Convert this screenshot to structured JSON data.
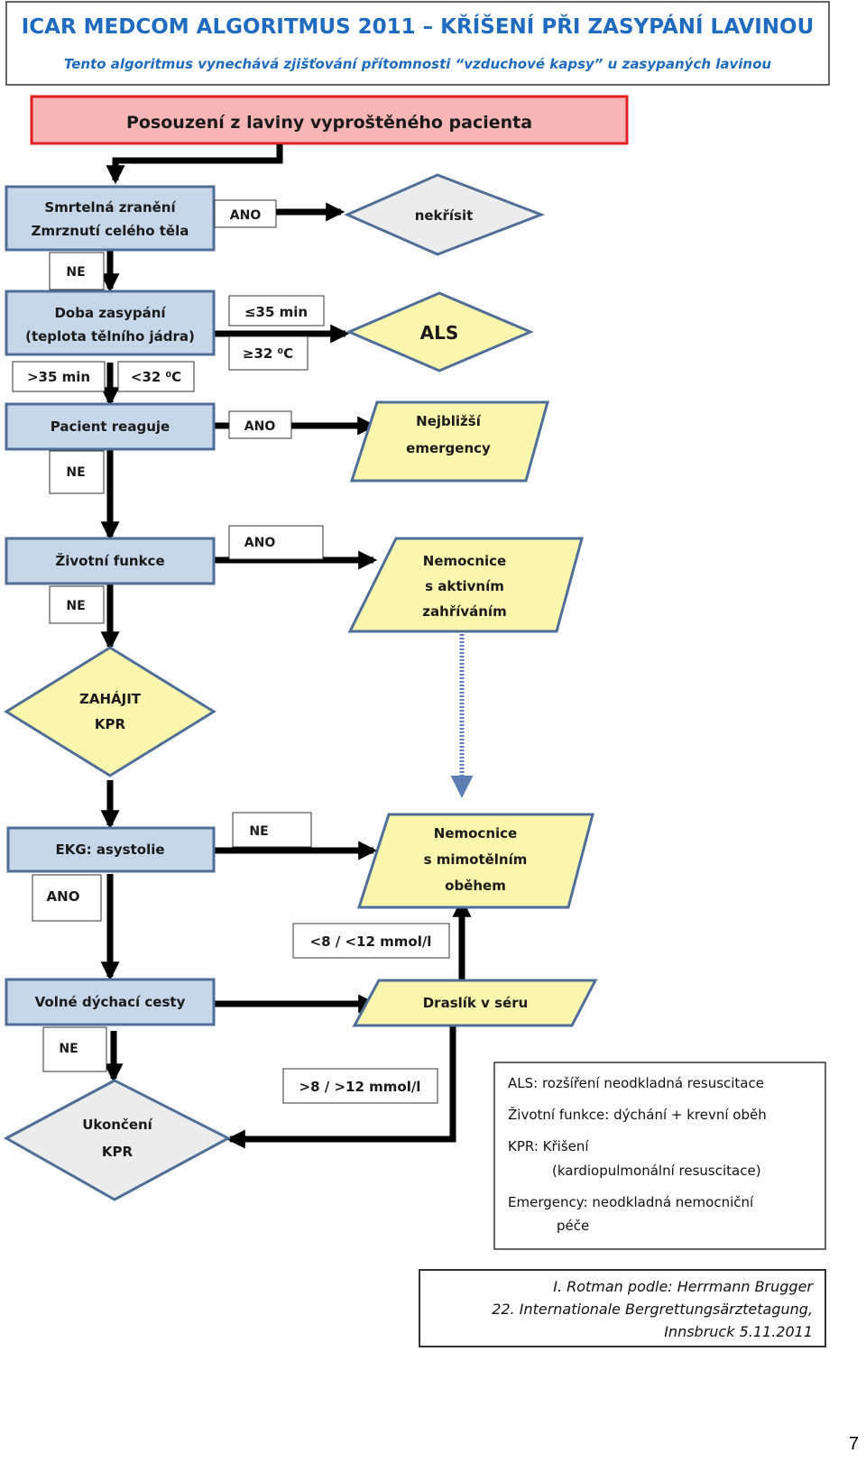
{
  "header": {
    "title": "ICAR MEDCOM ALGORITMUS 2011 – KŘÍŠENÍ PŘI ZASYPÁNÍ LAVINOU",
    "subtitle": "Tento algoritmus vynechává zjišťování přítomnosti “vzduchové kapsy” u zasypaných lavinou"
  },
  "nodes": {
    "start": "Posouzení z laviny vyproštěného pacienta",
    "injuries_l1": "Smrtelná zranění",
    "injuries_l2": "Zmrznutí celého těla",
    "burial_l1": "Doba zasypání",
    "burial_l2": "(teplota tělního jádra)",
    "responds": "Pacient reaguje",
    "vitals": "Životní funkce",
    "start_cpr_l1": "ZAHÁJIT",
    "start_cpr_l2": "KPR",
    "ecg": "EKG: asystolie",
    "airway": "Volné dýchací cesty",
    "end_cpr_l1": "Ukončení",
    "end_cpr_l2": "KPR",
    "no_resus": "nekřísit",
    "als": "ALS",
    "emergency_l1": "Nejbližší",
    "emergency_l2": "emergency",
    "warming_l1": "Nemocnice",
    "warming_l2": "s aktivním",
    "warming_l3": "zahříváním",
    "ecmo_l1": "Nemocnice",
    "ecmo_l2": "s mimotělním",
    "ecmo_l3": "oběhem",
    "potassium": "Draslík v séru"
  },
  "labels": {
    "yes1": "ANO",
    "no1": "NE",
    "le35": "≤35 min",
    "ge32": "≥32 ⁰C",
    "gt35": ">35 min",
    "lt32": "<32 ⁰C",
    "yes2": "ANO",
    "no2": "NE",
    "yes3": "ANO",
    "no3": "NE",
    "no_ecg": "NE",
    "yes_ecg": "ANO",
    "k_low": "<8 / <12 mmol/l",
    "no_airway": "NE",
    "k_high": ">8 / >12 mmol/l"
  },
  "legend": {
    "l1": "ALS: rozšíření neodkladná resuscitace",
    "l2": "Životní funkce: dýchání + krevní oběh",
    "l3": "KPR: Křišení",
    "l4": "(kardiopulmonální resuscitace)",
    "l5": "Emergency: neodkladná nemocniční",
    "l6": "péče"
  },
  "credit": {
    "l1": "I. Rotman podle: Herrmann Brugger",
    "l2": "22. Internationale Bergrettungsärztetagung,",
    "l3": "Innsbruck 5.11.2011"
  },
  "page_number": "7",
  "colors": {
    "title_blue": "#1f6bbf",
    "box_blue": "#c6d7ea",
    "box_border": "#4f6f99",
    "start_fill": "#f7b5b5",
    "start_border": "#e02020",
    "yellow": "#fbf6ae",
    "grey_diamond": "#ececec",
    "arrow": "#000000"
  }
}
